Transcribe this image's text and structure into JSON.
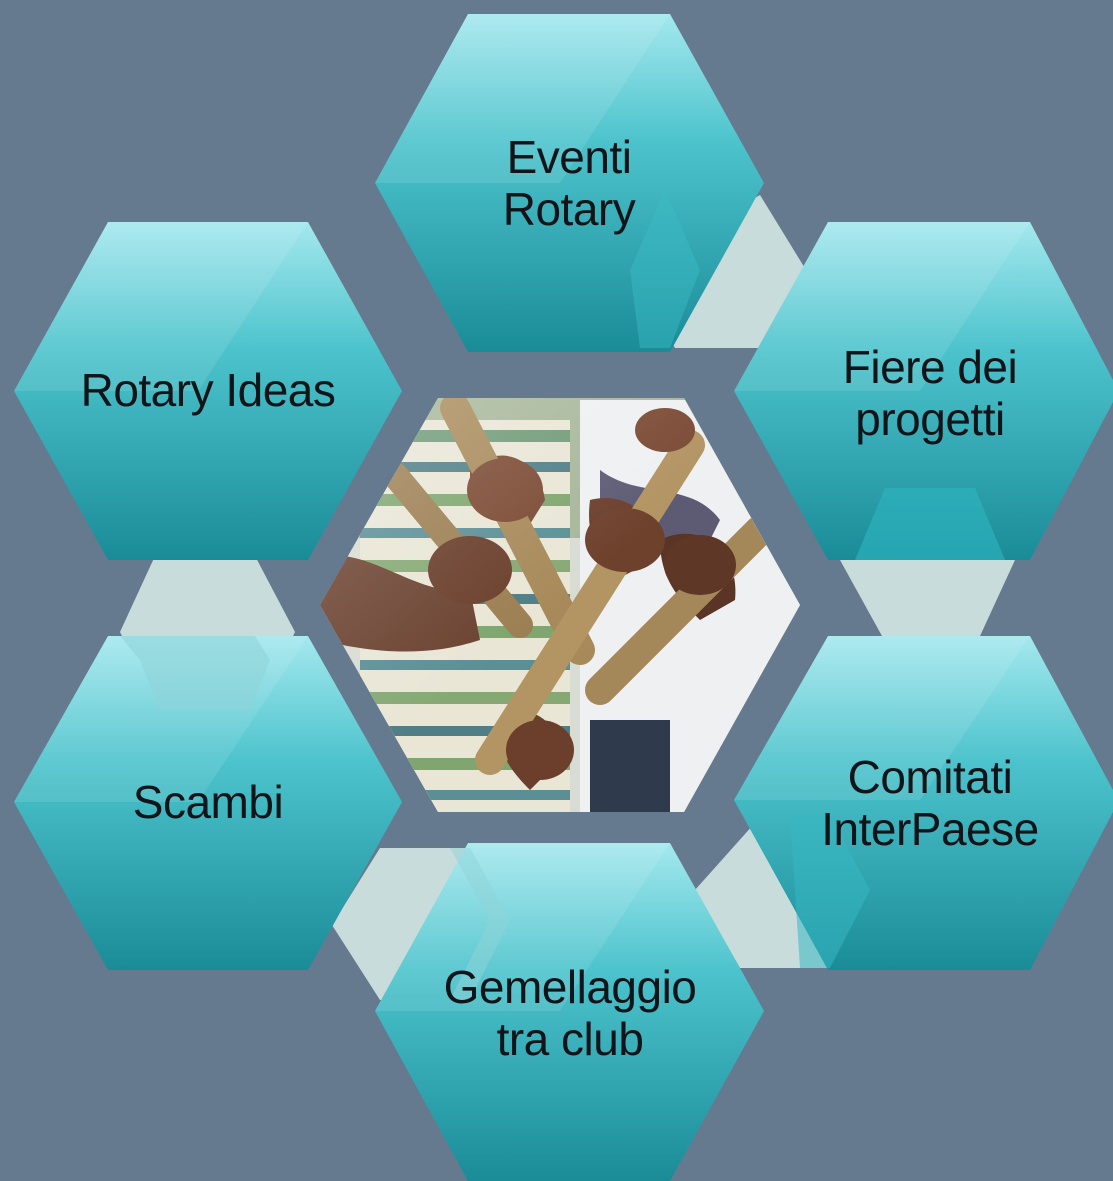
{
  "colors": {
    "background": "#657a8e",
    "hex_top": "#a4e8ee",
    "hex_mid": "#3ab8c2",
    "hex_bottom": "#198a96",
    "connector": "#c9dcdc"
  },
  "center_image": {
    "description_icon": "children-hands-holding-wooden-sticks-photo"
  },
  "hexagons": [
    {
      "id": "eventi-rotary",
      "lines": [
        "Eventi",
        "Rotary"
      ]
    },
    {
      "id": "fiere-progetti",
      "lines": [
        "Fiere dei",
        "progetti"
      ]
    },
    {
      "id": "comitati-interpaese",
      "lines": [
        "Comitati",
        "InterPaese"
      ]
    },
    {
      "id": "gemellaggio",
      "lines": [
        "Gemellaggio",
        "tra club"
      ]
    },
    {
      "id": "scambi",
      "lines": [
        "Scambi"
      ]
    },
    {
      "id": "rotary-ideas",
      "lines": [
        "Rotary Ideas"
      ]
    }
  ]
}
